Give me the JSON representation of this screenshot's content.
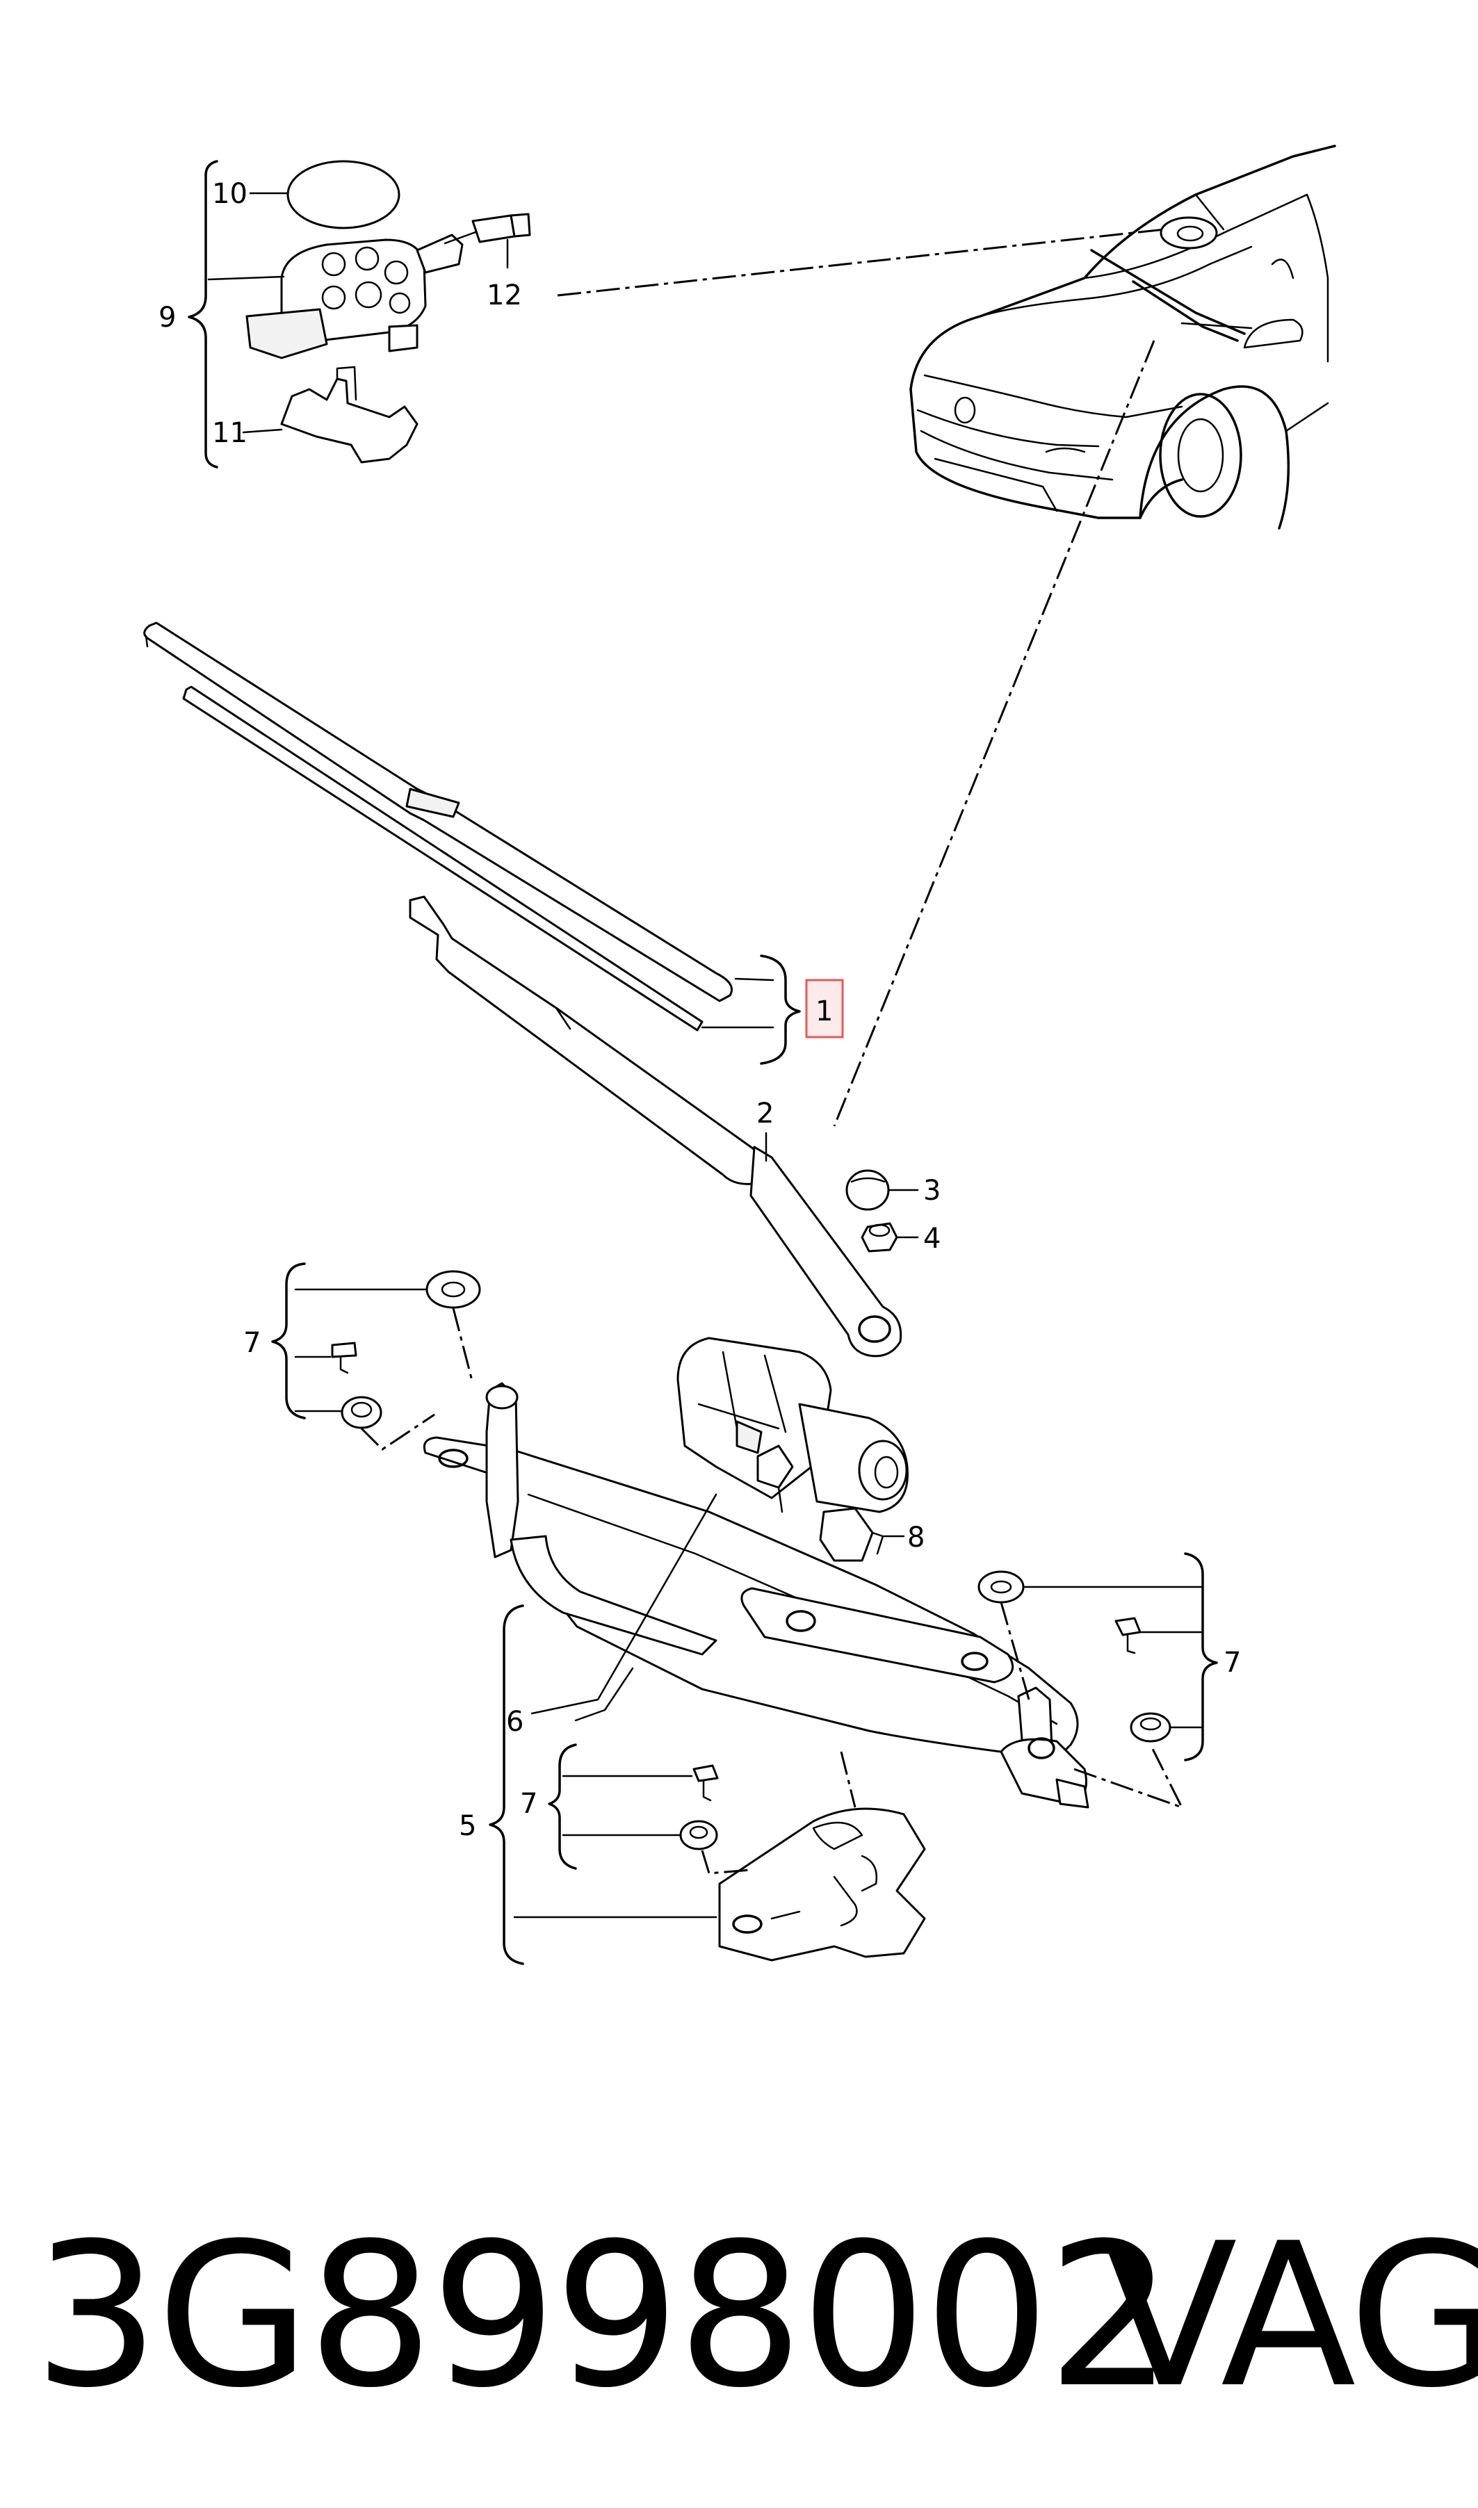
{
  "callouts": {
    "c1": "1",
    "c2": "2",
    "c3": "3",
    "c4": "4",
    "c5": "5",
    "c6": "6",
    "c7a": "7",
    "c7b": "7",
    "c7c": "7",
    "c8": "8",
    "c9": "9",
    "c10": "10",
    "c11": "11",
    "c12": "12"
  },
  "footer": {
    "part_number": "3G8998002",
    "brand": "VAG"
  },
  "colors": {
    "line": "#000000",
    "highlight_fill": "#fdeaea",
    "highlight_stroke": "#e35a5a"
  }
}
